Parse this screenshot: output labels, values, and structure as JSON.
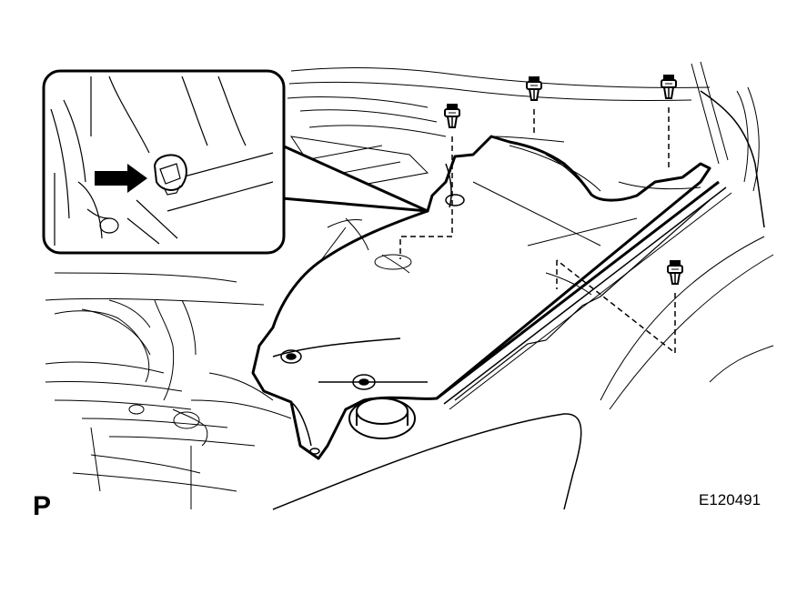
{
  "diagram": {
    "view_label": "P",
    "figure_code": "E120491",
    "clip_count": 5,
    "line_color": "#000000",
    "background_color": "#ffffff"
  }
}
